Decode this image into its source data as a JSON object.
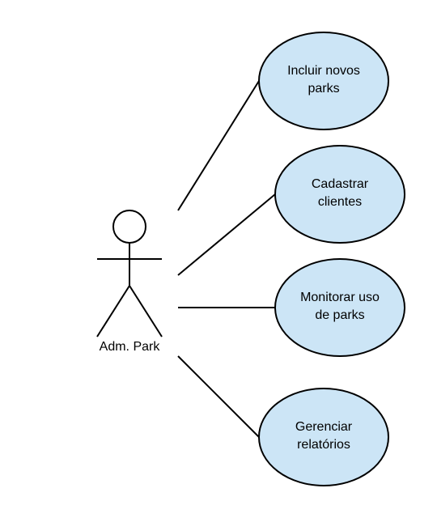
{
  "colors": {
    "background": "#ffffff",
    "usecase_fill": "#cce5f6",
    "stroke": "#000000",
    "text": "#000000"
  },
  "actor": {
    "label": "Adm. Park"
  },
  "use_cases": [
    {
      "line1": "Incluir novos",
      "line2": "parks"
    },
    {
      "line1": "Cadastrar",
      "line2": "clientes"
    },
    {
      "line1": "Monitorar uso",
      "line2": "de parks"
    },
    {
      "line1": "Gerenciar",
      "line2": "relatórios"
    }
  ]
}
